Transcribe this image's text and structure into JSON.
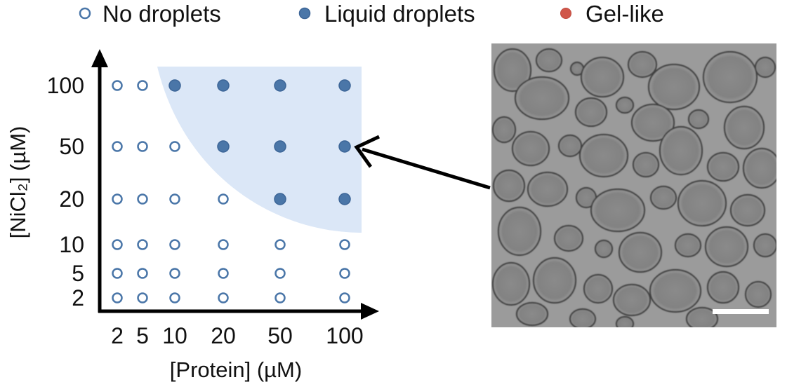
{
  "chart_data": {
    "type": "scatter",
    "title": "",
    "xlabel": "[Protein] (µM)",
    "ylabel": "[NiCl₂] (µM)",
    "x_ticks": [
      "2",
      "5",
      "10",
      "20",
      "50",
      "100"
    ],
    "y_ticks": [
      "2",
      "5",
      "10",
      "20",
      "50",
      "100"
    ],
    "x_scale": "categorical",
    "y_scale": "categorical",
    "grid": false,
    "legend_position": "top",
    "legend": [
      {
        "label": "No droplets",
        "marker": "hollow",
        "color": "#4a76a8"
      },
      {
        "label": "Liquid droplets",
        "marker": "filled",
        "color": "#4a76a8"
      },
      {
        "label": "Gel-like",
        "marker": "filled",
        "color": "#d0574a"
      }
    ],
    "series": [
      {
        "name": "No droplets",
        "points": [
          {
            "x": 2,
            "y": 2
          },
          {
            "x": 5,
            "y": 2
          },
          {
            "x": 10,
            "y": 2
          },
          {
            "x": 20,
            "y": 2
          },
          {
            "x": 50,
            "y": 2
          },
          {
            "x": 100,
            "y": 2
          },
          {
            "x": 2,
            "y": 5
          },
          {
            "x": 5,
            "y": 5
          },
          {
            "x": 10,
            "y": 5
          },
          {
            "x": 20,
            "y": 5
          },
          {
            "x": 50,
            "y": 5
          },
          {
            "x": 100,
            "y": 5
          },
          {
            "x": 2,
            "y": 10
          },
          {
            "x": 5,
            "y": 10
          },
          {
            "x": 10,
            "y": 10
          },
          {
            "x": 20,
            "y": 10
          },
          {
            "x": 50,
            "y": 10
          },
          {
            "x": 100,
            "y": 10
          },
          {
            "x": 2,
            "y": 20
          },
          {
            "x": 5,
            "y": 20
          },
          {
            "x": 10,
            "y": 20
          },
          {
            "x": 20,
            "y": 20
          },
          {
            "x": 2,
            "y": 50
          },
          {
            "x": 5,
            "y": 50
          },
          {
            "x": 10,
            "y": 50
          },
          {
            "x": 2,
            "y": 100
          },
          {
            "x": 5,
            "y": 100
          }
        ]
      },
      {
        "name": "Liquid droplets",
        "points": [
          {
            "x": 50,
            "y": 20
          },
          {
            "x": 100,
            "y": 20
          },
          {
            "x": 20,
            "y": 50
          },
          {
            "x": 50,
            "y": 50
          },
          {
            "x": 100,
            "y": 50
          },
          {
            "x": 10,
            "y": 100
          },
          {
            "x": 20,
            "y": 100
          },
          {
            "x": 50,
            "y": 100
          },
          {
            "x": 100,
            "y": 100
          }
        ]
      },
      {
        "name": "Gel-like",
        "points": []
      }
    ],
    "shaded_region": {
      "label": "",
      "color": "#dbe7f7",
      "covers": "Liquid droplets"
    },
    "annotation": {
      "type": "arrow",
      "from": "micrograph",
      "to_point": {
        "x": 100,
        "y": 50
      }
    }
  },
  "micrograph": {
    "description_name": "droplet-micrograph",
    "scale_bar_color": "#ffffff"
  }
}
